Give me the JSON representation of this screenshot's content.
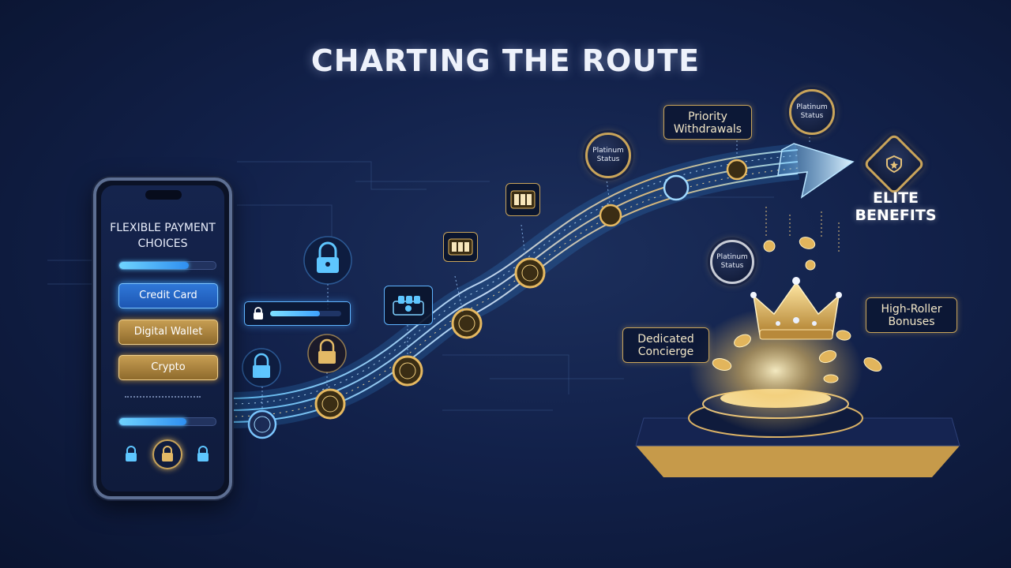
{
  "title": "CHARTING THE ROUTE",
  "phone": {
    "heading": "FLEXIBLE PAYMENT CHOICES",
    "top_progress": 0.72,
    "buttons": [
      "Credit Card",
      "Digital Wallet",
      "Crypto"
    ],
    "bottom_progress": 0.7
  },
  "route": {
    "progress_card_fill": 0.7
  },
  "labels": {
    "priority": "Priority Withdrawals",
    "concierge": "Dedicated Concierge",
    "highroller": "High-Roller Bonuses",
    "elite": "ELITE BENEFITS"
  },
  "badges": {
    "platinum_a": "Platinum Status",
    "platinum_b": "Platinum Status",
    "platinum_c": "Platinum Status"
  },
  "colors": {
    "background": "#12214a",
    "gold": "#c9a45a",
    "blue_glow": "#58c2ff",
    "title": "#eef2fb"
  },
  "icons": [
    "lock-icon",
    "slot-machine-icon",
    "coin-icon",
    "crown-icon",
    "arrow-icon",
    "shield-star-icon"
  ]
}
